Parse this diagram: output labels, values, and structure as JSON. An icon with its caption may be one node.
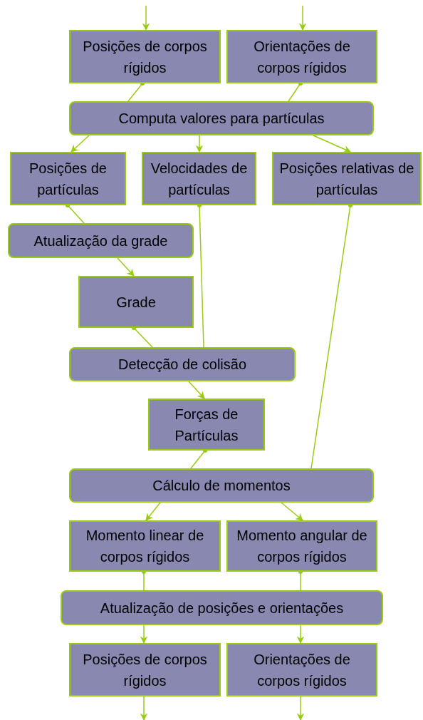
{
  "diagram": {
    "nodes": [
      {
        "text": [
          "Posições de corpos rígidos"
        ]
      },
      {
        "text": [
          "Orientações de corpos rígidos"
        ]
      },
      {
        "text": [
          "Computa valores para partículas"
        ]
      },
      {
        "text": [
          "Posições de partículas"
        ]
      },
      {
        "text": [
          "Velocidades de partículas"
        ]
      },
      {
        "text": [
          "Posições relativas de partículas"
        ]
      },
      {
        "text": [
          "Atualização da grade"
        ]
      },
      {
        "text": [
          "Grade"
        ]
      },
      {
        "text": [
          "Detecção de colisão"
        ]
      },
      {
        "text": [
          "Forças de Partículas"
        ]
      },
      {
        "text": [
          "Cálculo de momentos"
        ]
      },
      {
        "text": [
          "Momento linear de corpos rígidos"
        ]
      },
      {
        "text": [
          "Momento angular de corpos rígidos"
        ]
      },
      {
        "text": [
          "Atualização de posições e orientações"
        ]
      },
      {
        "text": [
          "Posições de corpos rígidos"
        ]
      },
      {
        "text": [
          "Orientações de corpos rígidos"
        ]
      }
    ],
    "edges": [
      {
        "from": null,
        "to": 0,
        "arrow": "to"
      },
      {
        "from": null,
        "to": 1,
        "arrow": "to"
      },
      {
        "from": 0,
        "to": 2,
        "arrow": "other"
      },
      {
        "from": 1,
        "to": 2,
        "arrow": "other"
      },
      {
        "from": 2,
        "to": 3,
        "arrow": "to"
      },
      {
        "from": 2,
        "to": 4,
        "arrow": "to"
      },
      {
        "from": 2,
        "to": 5,
        "arrow": "to"
      },
      {
        "from": 3,
        "to": 6,
        "arrow": "other"
      },
      {
        "from": 6,
        "to": 7,
        "arrow": "to"
      },
      {
        "from": 7,
        "to": 8,
        "arrow": "other"
      },
      {
        "from": 4,
        "to": 8,
        "arrow": "other"
      },
      {
        "from": 8,
        "to": 9,
        "arrow": "to"
      },
      {
        "from": 9,
        "to": 10,
        "arrow": "other"
      },
      {
        "from": 5,
        "to": 10,
        "arrow": "other"
      },
      {
        "from": 10,
        "to": 11,
        "arrow": "to"
      },
      {
        "from": 10,
        "to": 12,
        "arrow": "to"
      },
      {
        "from": 11,
        "to": 13,
        "arrow": "other"
      },
      {
        "from": 12,
        "to": 13,
        "arrow": "other"
      },
      {
        "from": 13,
        "to": 14,
        "arrow": "to"
      },
      {
        "from": 13,
        "to": 15,
        "arrow": "to"
      },
      {
        "from": 14,
        "to": null,
        "arrow": "to"
      },
      {
        "from": 15,
        "to": null,
        "arrow": "to"
      }
    ]
  }
}
